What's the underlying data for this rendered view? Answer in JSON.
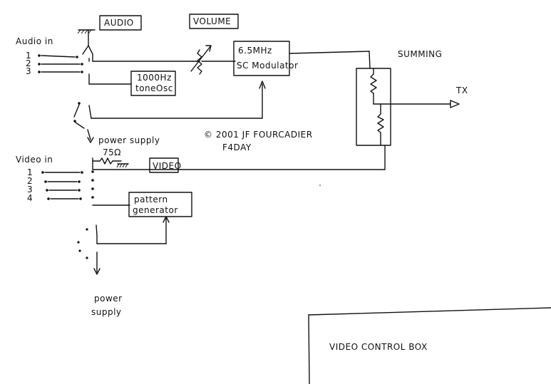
{
  "audio_section": {
    "title": "Audio in",
    "inputs": [
      "1",
      "2",
      "3"
    ],
    "label_box": "AUDIO",
    "tone_osc_line1": "1000Hz",
    "tone_osc_line2": "toneOsc",
    "power_supply": "power supply"
  },
  "volume": {
    "label": "VOLUME"
  },
  "modulator": {
    "line1": "6.5MHz",
    "line2": "SC Modulator"
  },
  "summing": {
    "label": "SUMMING"
  },
  "output": {
    "label": "TX"
  },
  "copyright": {
    "line1": "© 2001  JF FOURCADIER",
    "line2": "F4DAY"
  },
  "video_section": {
    "title": "Video in",
    "inputs": [
      "1",
      "2",
      "3",
      "4"
    ],
    "termination": "75Ω",
    "label_box": "VIDEO",
    "pattern_gen_line1": "pattern",
    "pattern_gen_line2": "generator",
    "power_supply_line1": "power",
    "power_supply_line2": "supply"
  },
  "footer": {
    "title": "VIDEO CONTROL BOX"
  }
}
